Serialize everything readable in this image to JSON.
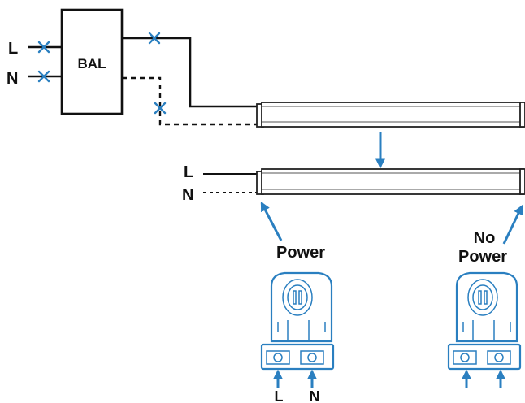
{
  "ballast": {
    "label": "BAL"
  },
  "input_labels": {
    "line": "L",
    "neutral": "N"
  },
  "tube_input_labels": {
    "line": "L",
    "neutral": "N"
  },
  "power_label": "Power",
  "no_power_label": {
    "line1": "No",
    "line2": "Power"
  },
  "socket_labels": {
    "line": "L",
    "neutral": "N"
  },
  "colors": {
    "accent": "#2a7fc0",
    "ink": "#111111"
  },
  "icons": [
    "cut-mark-icon",
    "arrow-icon",
    "tombstone-socket-icon"
  ]
}
